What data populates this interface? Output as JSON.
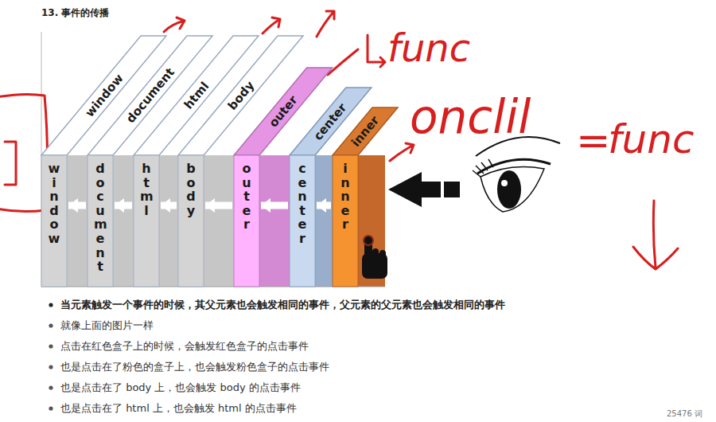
{
  "diagram": {
    "title": "13. 事件的传播",
    "nodes": [
      {
        "text": [
          "window",
          "window"
        ]
      },
      {
        "text": [
          "document",
          "document"
        ]
      },
      {
        "text": [
          "html",
          "html"
        ]
      },
      {
        "text": [
          "body",
          "body"
        ]
      },
      {
        "text": [
          "outer",
          "outer"
        ]
      },
      {
        "text": [
          "center",
          "center"
        ]
      },
      {
        "text": [
          "inner",
          "inner"
        ]
      }
    ],
    "edges": [
      {
        "from": 6,
        "to": 5,
        "arrow": "to"
      },
      {
        "from": 5,
        "to": 4,
        "arrow": "to"
      },
      {
        "from": 4,
        "to": 3,
        "arrow": "to"
      },
      {
        "from": 3,
        "to": 2,
        "arrow": "to"
      },
      {
        "from": 2,
        "to": 1,
        "arrow": "to"
      },
      {
        "from": 1,
        "to": 0,
        "arrow": "to"
      }
    ],
    "labels": [
      "当元素触发一个事件的时候，其父元素也会触发相同的事件，父元素的父元素也会触发相同的事件",
      "就像上面的图片一样",
      "点击在红色盒子上的时候，会触发红色盒子的点击事件",
      "也是点击在了粉色的盒子上，也会触发粉色盒子的点击事件",
      "也是点击在了 body 上，也会触发 body 的点击事件",
      "也是点击在了 html 上，也会触发 html 的点击事件",
      "onclil",
      "=",
      "func",
      "func",
      "25476 词"
    ]
  }
}
